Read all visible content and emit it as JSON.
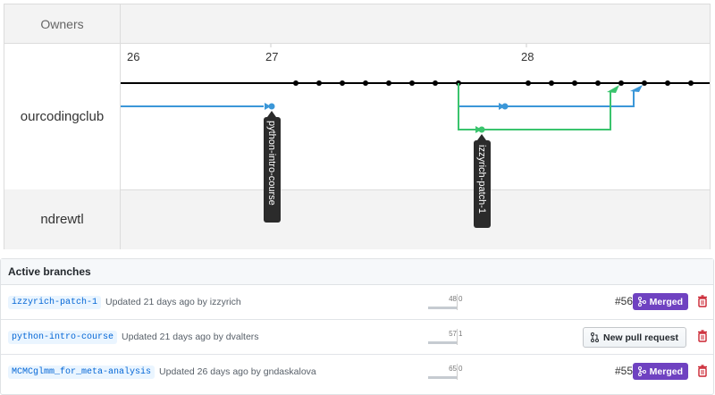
{
  "network": {
    "owners_header": "Owners",
    "dates": [
      "26",
      "27",
      "28"
    ],
    "owners": [
      "ourcodingclub",
      "ndrewtl"
    ],
    "branch_tags": [
      "python-intro-course",
      "izzyrich-patch-1"
    ],
    "colors": {
      "main": "#000000",
      "python_branch": "#3b97d8",
      "izzyrich_branch": "#3ac46d",
      "tag_bg": "#2b2b2b"
    }
  },
  "active_branches": {
    "title": "Active branches",
    "rows": [
      {
        "name": "izzyrich-patch-1",
        "meta": "Updated 21 days ago by izzyrich",
        "behind": "48",
        "ahead": "0",
        "pr_number": "#56",
        "status": "Merged"
      },
      {
        "name": "python-intro-course",
        "meta": "Updated 21 days ago by dvalters",
        "behind": "57",
        "ahead": "1",
        "action": "New pull request"
      },
      {
        "name": "MCMCglmm_for_meta-analysis",
        "meta": "Updated 26 days ago by gndaskalova",
        "behind": "65",
        "ahead": "0",
        "pr_number": "#55",
        "status": "Merged"
      }
    ],
    "colors": {
      "merged": "#6f42c1",
      "delete": "#cb2431"
    }
  }
}
